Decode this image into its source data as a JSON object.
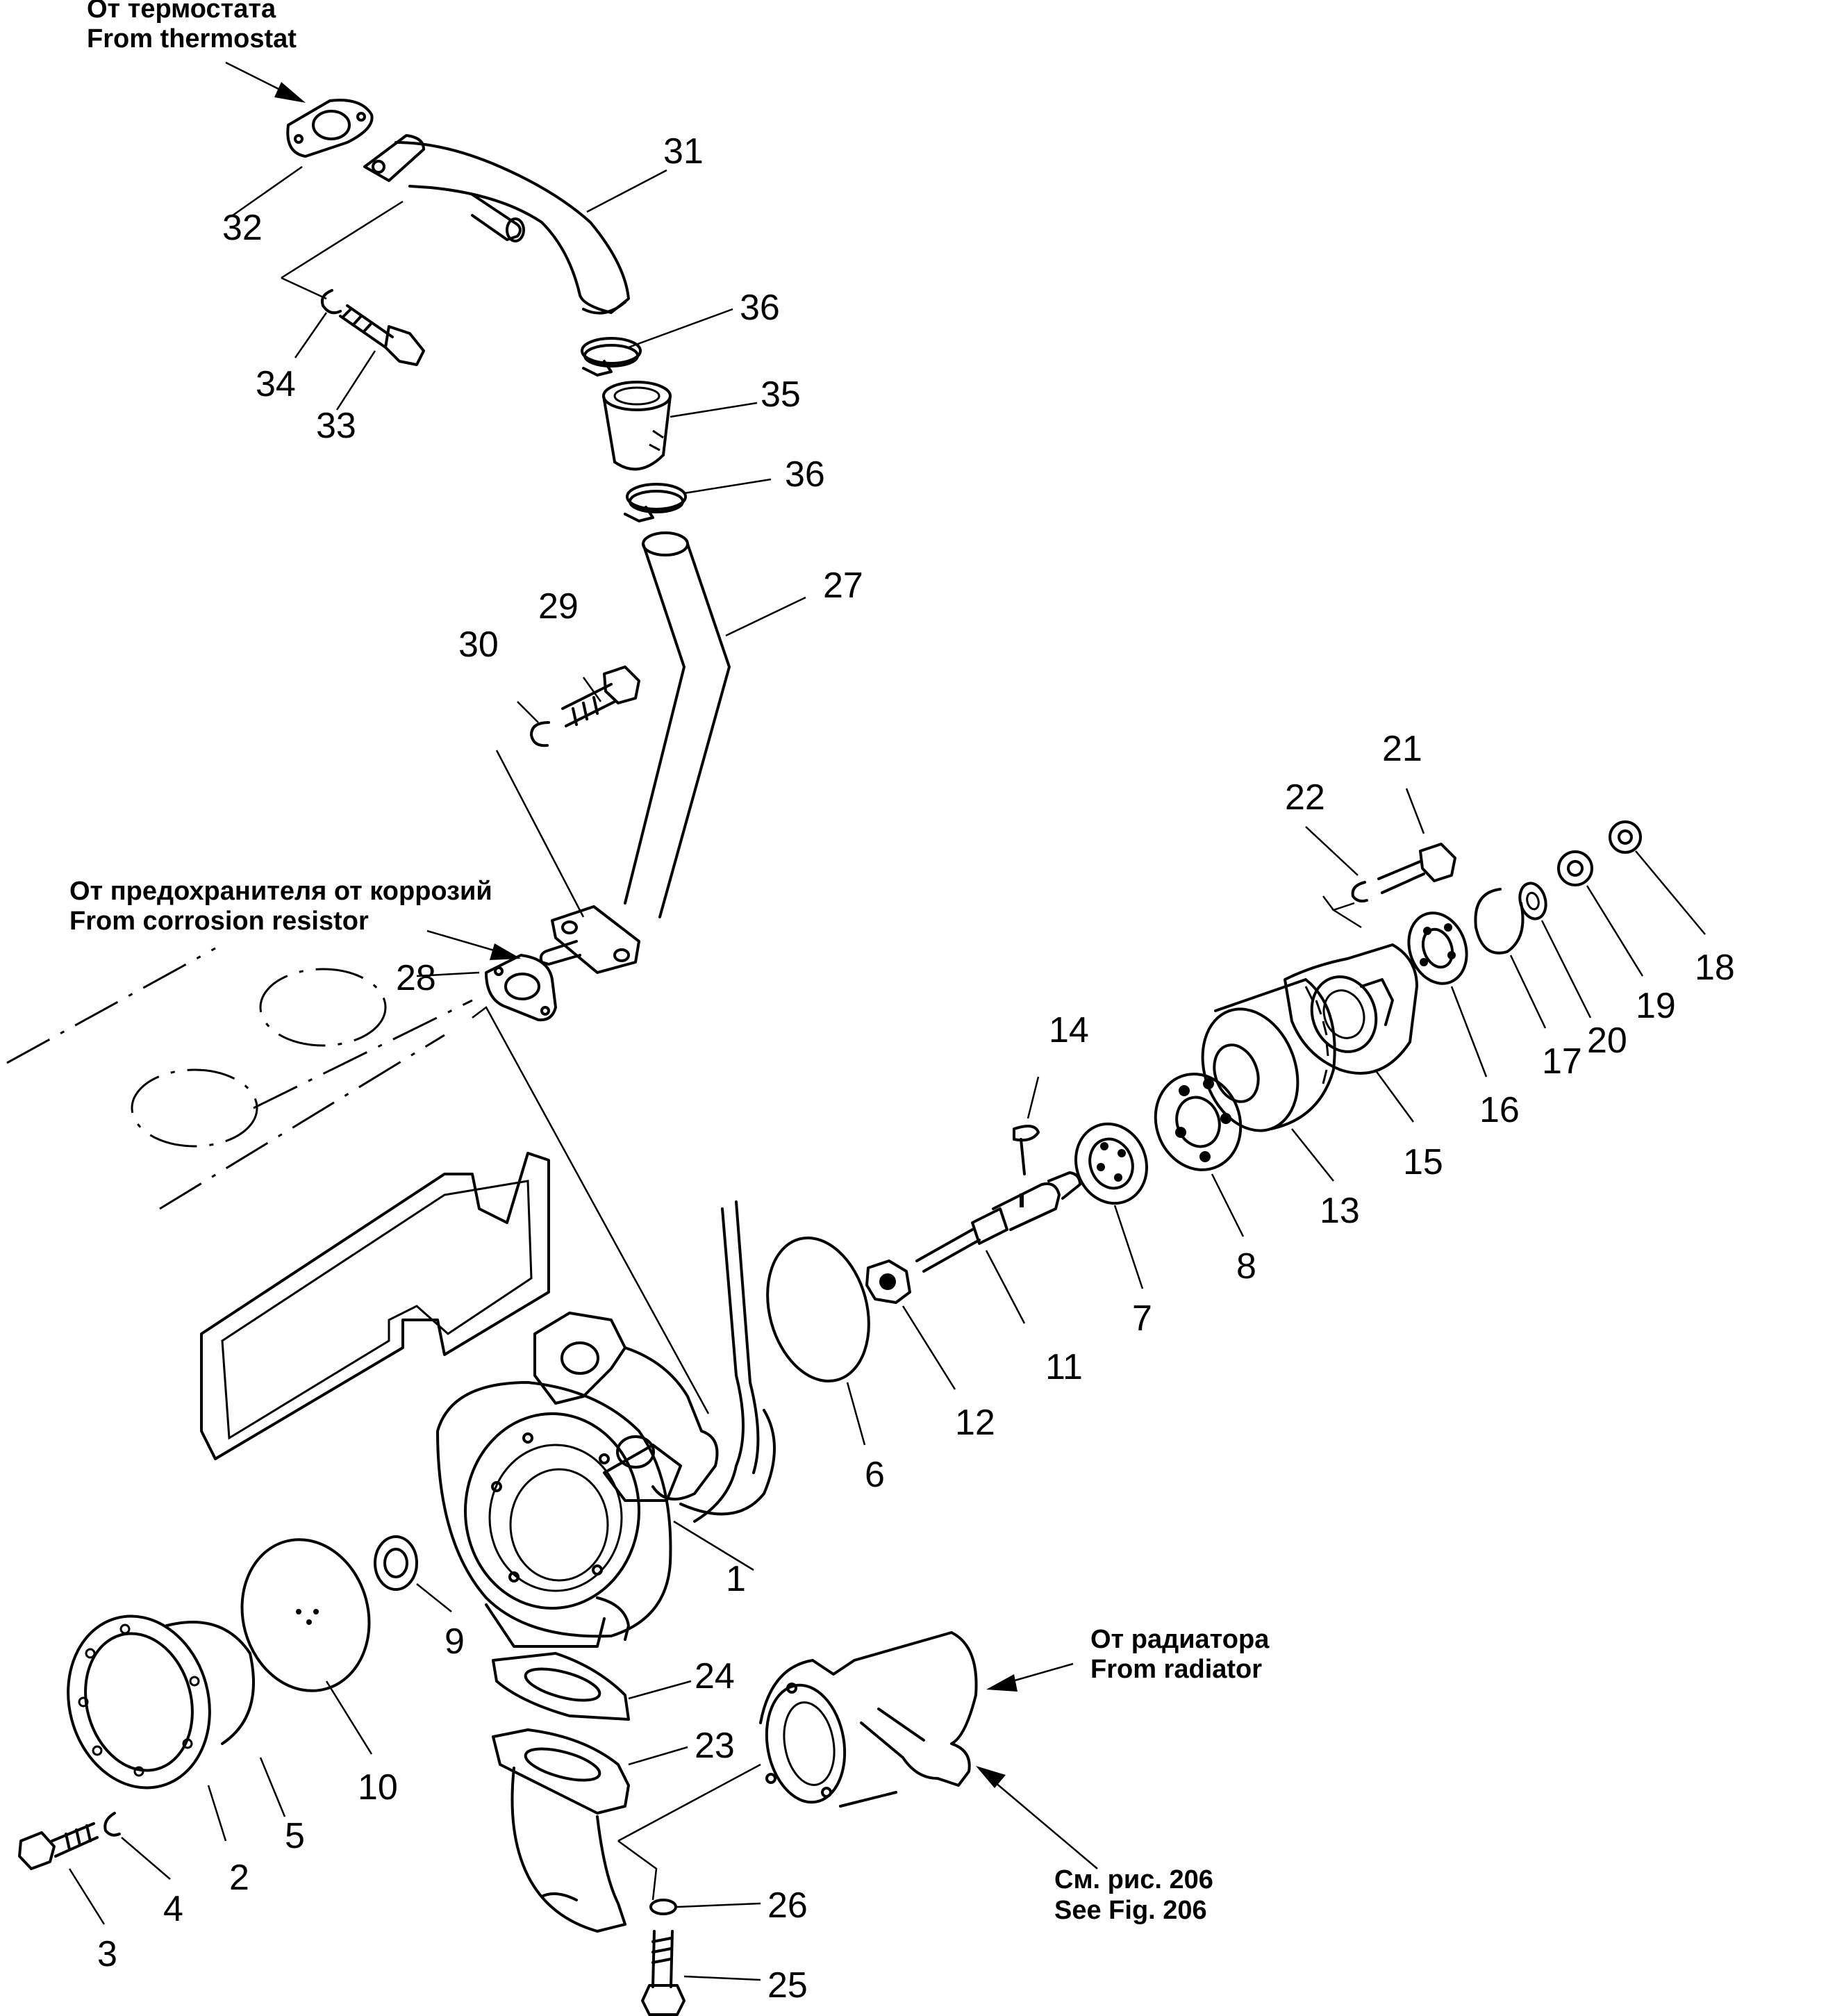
{
  "annotations": {
    "thermostat_ru": "От термостата",
    "thermostat_en": "From thermostat",
    "corrosion_ru": "От предохранителя от коррозий",
    "corrosion_en": "From corrosion resistor",
    "radiator_ru": "От радиатора",
    "radiator_en": "From radiator",
    "see_fig_ru": "См. рис. 206",
    "see_fig_en": "See Fig. 206"
  },
  "callouts": {
    "n1": "1",
    "n2": "2",
    "n3": "3",
    "n4": "4",
    "n5": "5",
    "n6": "6",
    "n7": "7",
    "n8": "8",
    "n9": "9",
    "n10": "10",
    "n11": "11",
    "n12": "12",
    "n13": "13",
    "n14": "14",
    "n15": "15",
    "n16": "16",
    "n17": "17",
    "n18": "18",
    "n19": "19",
    "n20": "20",
    "n21": "21",
    "n22": "22",
    "n23": "23",
    "n24": "24",
    "n25": "25",
    "n26": "26",
    "n27": "27",
    "n28": "28",
    "n29": "29",
    "n30": "30",
    "n31": "31",
    "n32": "32",
    "n33": "33",
    "n34": "34",
    "n35": "35",
    "n36a": "36",
    "n36b": "36"
  }
}
